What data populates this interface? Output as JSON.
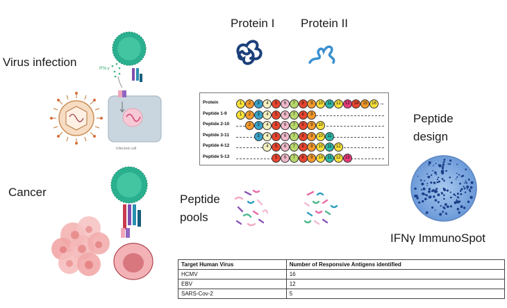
{
  "labels": {
    "virus_infection": "Virus infection",
    "ifn_gamma_small": "IFN-γ",
    "infected_cell": "Infected cell",
    "cancer": "Cancer",
    "protein_1": "Protein I",
    "protein_2": "Protein II",
    "peptide_design": "Peptide\ndesign",
    "peptide_pools": "Peptide\npools",
    "immunospot": "IFNγ ImmunoSpot"
  },
  "peptide_diagram": {
    "rows": [
      {
        "label": "Protein",
        "start": 1,
        "end": 16,
        "arrow": true
      },
      {
        "label": "Peptide 1-9",
        "start": 1,
        "end": 9,
        "arrow": false
      },
      {
        "label": "Peptide 2-10",
        "start": 2,
        "end": 10,
        "arrow": false
      },
      {
        "label": "Peptide 3-11",
        "start": 3,
        "end": 11,
        "arrow": false
      },
      {
        "label": "Peptide 4-12",
        "start": 4,
        "end": 12,
        "arrow": false
      },
      {
        "label": "Peptide 5-13",
        "start": 5,
        "end": 13,
        "arrow": false
      }
    ],
    "bead_colors": {
      "1": "#f7e03a",
      "2": "#f59a2c",
      "3": "#3aa3c9",
      "4": "#f4f0c0",
      "5": "#e8452f",
      "6": "#f0b9c9",
      "7": "#b9d86c",
      "8": "#e8452f",
      "9": "#f59a2c",
      "10": "#f7e03a",
      "11": "#2eb8a6",
      "12": "#f7e03a",
      "13": "#e83b7a",
      "14": "#e8452f",
      "15": "#f59a2c",
      "16": "#f7e03a"
    }
  },
  "table": {
    "headers": [
      "Target Human Virus",
      "Number of Responsive Antigens identified"
    ],
    "rows": [
      [
        "HCMV",
        "16"
      ],
      [
        "EBV",
        "12"
      ],
      [
        "SARS-Cov-2",
        "5"
      ]
    ]
  }
}
